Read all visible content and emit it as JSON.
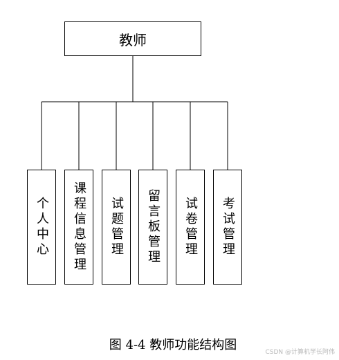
{
  "root": {
    "label": "教师"
  },
  "children": [
    {
      "label": "个人中心"
    },
    {
      "label": "课程信息管理"
    },
    {
      "label": "试题管理"
    },
    {
      "label": "留言板管理"
    },
    {
      "label": "试卷管理"
    },
    {
      "label": "考试管理"
    }
  ],
  "caption": "图 4-4  教师功能结构图",
  "watermark": "CSDN @计算机学长阿伟",
  "colors": {
    "line": "#000000",
    "background": "#ffffff",
    "watermark": "#b9b9b9"
  }
}
